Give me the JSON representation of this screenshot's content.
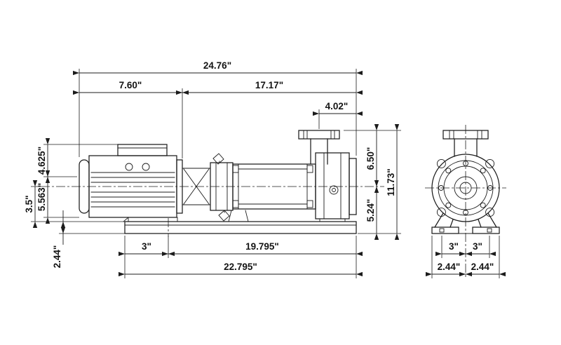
{
  "drawing": {
    "name": "pump-dimensional-drawing",
    "views": {
      "side_view": "side-elevation",
      "end_view": "end-elevation"
    },
    "colors": {
      "line": "#1c1c1c",
      "background": "#ffffff"
    }
  },
  "dimensions": {
    "top": {
      "overall_length": "24.76\"",
      "motor_length": "7.60\"",
      "pump_length": "17.17\"",
      "flange_to_end": "4.02\""
    },
    "left": {
      "box_to_mid": "4.625\"",
      "mid_to_bottom": "5.563\"",
      "center_to_base": "3.5\"",
      "base_height": "2.44\""
    },
    "right": {
      "flange_to_center": "6.50\"",
      "overall_height": "11.73\"",
      "center_to_ground": "5.24\""
    },
    "bottom": {
      "edge_to_hole": "3\"",
      "hole_to_hole": "19.795\"",
      "base_length": "22.795\""
    },
    "end_view": {
      "center_to_left_hole": "3\"",
      "center_to_right_hole": "3\"",
      "center_to_left_edge": "2.44\"",
      "center_to_right_edge": "2.44\""
    }
  }
}
